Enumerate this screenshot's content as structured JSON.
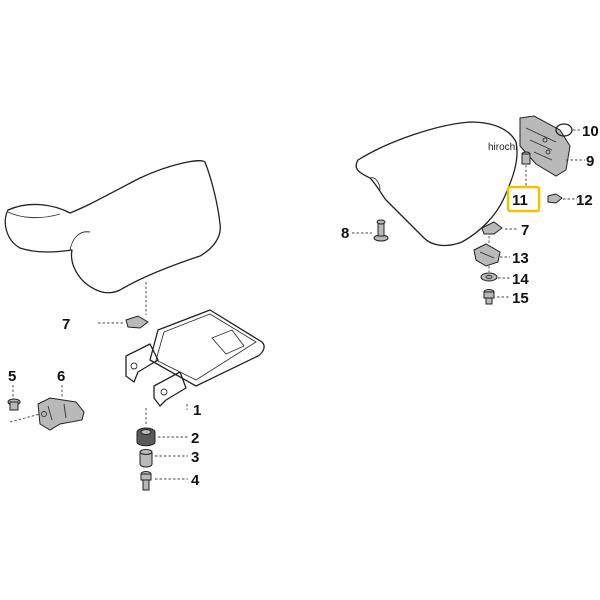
{
  "watermark": "hirochi",
  "highlight_color": "#f2c200",
  "labels": {
    "n1": "1",
    "n2": "2",
    "n3": "3",
    "n4": "4",
    "n5": "5",
    "n6": "6",
    "n7a": "7",
    "n7b": "7",
    "n8": "8",
    "n9": "9",
    "n10": "10",
    "n11": "11",
    "n12": "12",
    "n13": "13",
    "n14": "14",
    "n15": "15"
  }
}
